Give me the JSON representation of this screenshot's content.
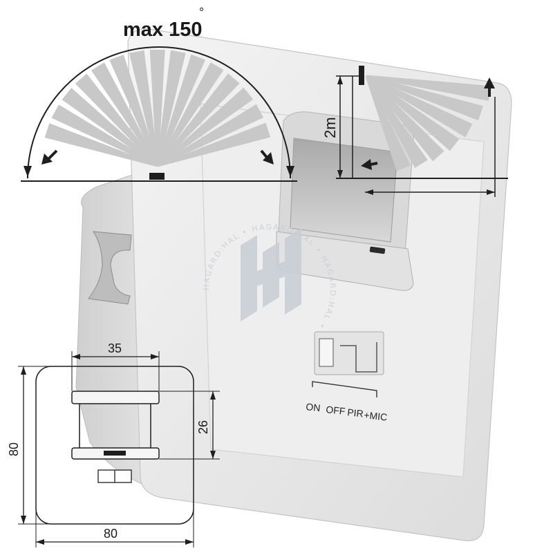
{
  "coverage": {
    "angle_label": "max 150",
    "degree_mark": "°"
  },
  "height": {
    "label": "2m"
  },
  "switch": {
    "positions": [
      "ON",
      "OFF",
      "PIR",
      "+MIC"
    ]
  },
  "dimensions": {
    "width_top": "35",
    "depth": "26",
    "height": "80",
    "width_bottom": "80"
  },
  "watermark": {
    "text": "HAGARD:HAL • HAGARD:HAL • HAGARD:HAL •"
  },
  "colors": {
    "ray": "#c8c8c8",
    "line": "#1e1e1e",
    "body": "#ececec",
    "arrow": "#222222"
  }
}
